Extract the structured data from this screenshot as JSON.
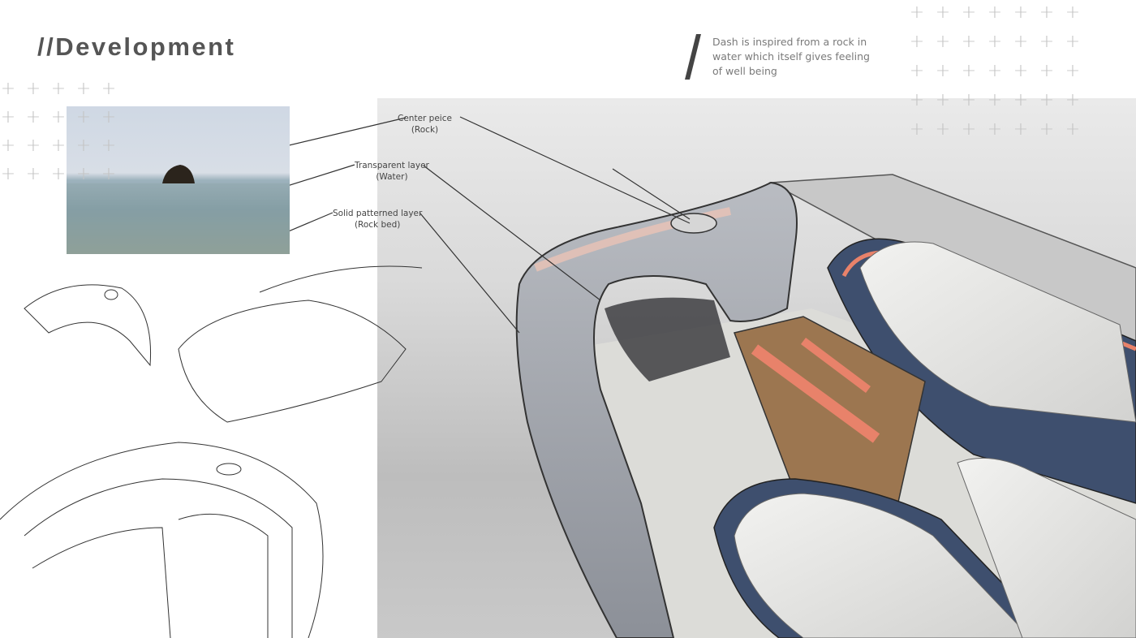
{
  "title": "//Development",
  "quote": "Dash is inspired from a rock in water which itself gives feeling of well being",
  "callouts": [
    {
      "line1": "Center peice",
      "line2": "(Rock)"
    },
    {
      "line1": "Transparent layer",
      "line2": "(Water)"
    },
    {
      "line1": "Solid patterned layer",
      "line2": "(Rock bed)"
    }
  ],
  "colors": {
    "title": "#555555",
    "accent_orange": "#e8826a",
    "navy": "#3e4f6e",
    "wood": "#9c7650",
    "plus_marks": "#c4c4c4"
  },
  "images": {
    "reference_photo": "rock-in-sea-photo",
    "sketches": "car-interior-line-sketches",
    "render": "car-interior-dashboard-rendering"
  }
}
